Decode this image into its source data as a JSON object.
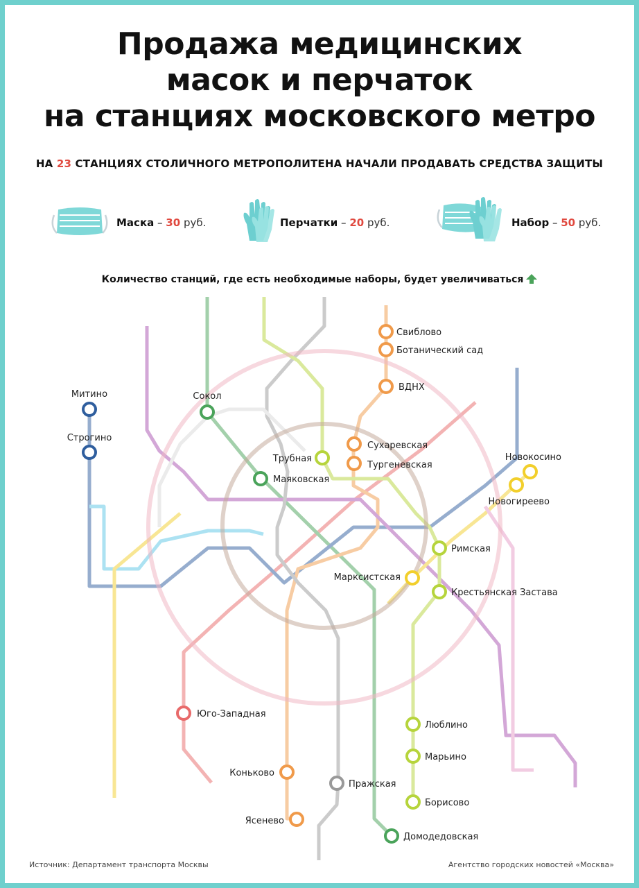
{
  "header": {
    "title_line1": "Продажа медицинских",
    "title_line2": "масок и перчаток",
    "title_line3": "на станциях московского метро",
    "subtitle_before": "НА ",
    "subtitle_count": "23",
    "subtitle_after": " СТАНЦИЯХ СТОЛИЧНОГО МЕТРОПОЛИТЕНА НАЧАЛИ ПРОДАВАТЬ СРЕДСТВА ЗАЩИТЫ"
  },
  "prices": [
    {
      "name": "Маска",
      "value": "30",
      "currency": "руб.",
      "icon": "mask-icon"
    },
    {
      "name": "Перчатки",
      "value": "20",
      "currency": "руб.",
      "icon": "gloves-icon"
    },
    {
      "name": "Набор",
      "value": "50",
      "currency": "руб.",
      "icon": "kit-icon"
    }
  ],
  "note": "Количество станций, где есть необходимые наборы, будет увеличиваться",
  "colors": {
    "accent_red": "#e0493f",
    "frame": "#6fd0cd",
    "arrow_green": "#4aa35a"
  },
  "lines": [
    {
      "id": "line-1-red",
      "color": "#e86a6a"
    },
    {
      "id": "line-2-green",
      "color": "#4aa35a"
    },
    {
      "id": "line-3-blue",
      "color": "#2f5e9e"
    },
    {
      "id": "line-4-lightblue",
      "color": "#5cc7e6"
    },
    {
      "id": "line-5-circle",
      "color": "#8b5a3c"
    },
    {
      "id": "line-6-orange",
      "color": "#f09a4a"
    },
    {
      "id": "line-7-purple",
      "color": "#a851b0"
    },
    {
      "id": "line-8-yellow",
      "color": "#f2cf2c"
    },
    {
      "id": "line-9-grey",
      "color": "#999999"
    },
    {
      "id": "line-10-lightgreen",
      "color": "#b6d43c"
    },
    {
      "id": "mcc-pink",
      "color": "#e06f8b"
    }
  ],
  "stations": [
    {
      "name": "Свиблово",
      "line": "line-6-orange"
    },
    {
      "name": "Ботанический сад",
      "line": "line-6-orange"
    },
    {
      "name": "ВДНХ",
      "line": "line-6-orange"
    },
    {
      "name": "Митино",
      "line": "line-3-blue"
    },
    {
      "name": "Строгино",
      "line": "line-3-blue"
    },
    {
      "name": "Сокол",
      "line": "line-2-green"
    },
    {
      "name": "Сухаревская",
      "line": "line-6-orange"
    },
    {
      "name": "Тургеневская",
      "line": "line-6-orange"
    },
    {
      "name": "Трубная",
      "line": "line-10-lightgreen"
    },
    {
      "name": "Маяковская",
      "line": "line-2-green"
    },
    {
      "name": "Новокосино",
      "line": "line-8-yellow"
    },
    {
      "name": "Новогиреево",
      "line": "line-8-yellow"
    },
    {
      "name": "Римская",
      "line": "line-10-lightgreen"
    },
    {
      "name": "Марксистская",
      "line": "line-8-yellow"
    },
    {
      "name": "Крестьянская Застава",
      "line": "line-10-lightgreen"
    },
    {
      "name": "Юго-Западная",
      "line": "line-1-red"
    },
    {
      "name": "Люблино",
      "line": "line-10-lightgreen"
    },
    {
      "name": "Марьино",
      "line": "line-10-lightgreen"
    },
    {
      "name": "Коньково",
      "line": "line-6-orange"
    },
    {
      "name": "Пражская",
      "line": "line-9-grey"
    },
    {
      "name": "Борисово",
      "line": "line-10-lightgreen"
    },
    {
      "name": "Ясенево",
      "line": "line-6-orange"
    },
    {
      "name": "Домодедовская",
      "line": "line-2-green"
    }
  ],
  "footer": {
    "source": "Источник: Департамент транспорта Москвы",
    "agency": "Агентство городских новостей «Москва»"
  }
}
